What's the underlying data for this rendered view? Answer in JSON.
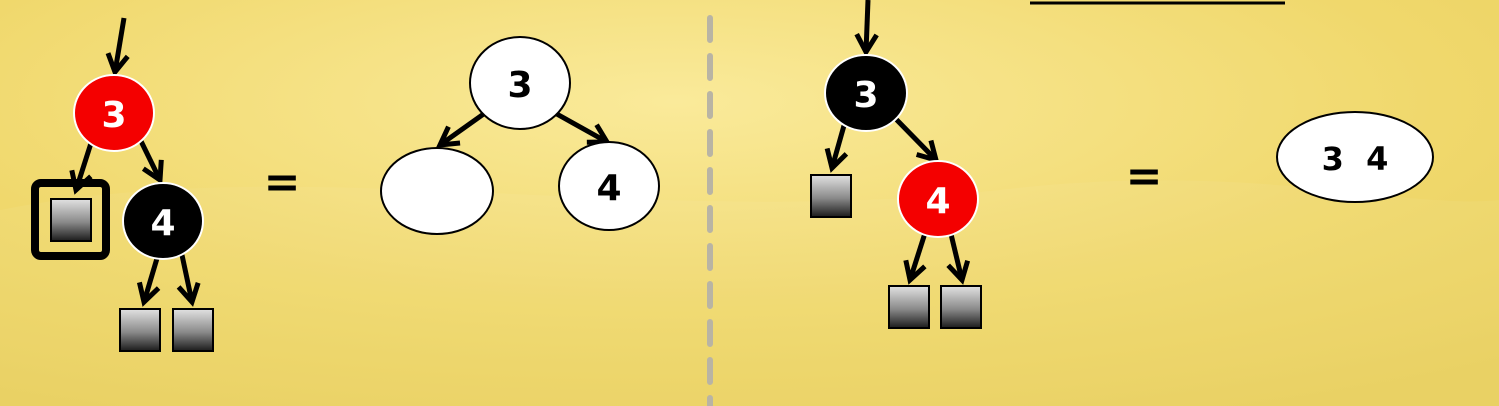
{
  "colors": {
    "background_light": "#f7e48a",
    "background_base": "#efd466",
    "red_node": "#f40000",
    "black_node": "#000000",
    "white_node": "#ffffff",
    "leaf_light": "#e0e0e0",
    "leaf_dark": "#1a1a1a",
    "divider": "#b8b2a0"
  },
  "left": {
    "rb_tree": {
      "root_label": "3",
      "child_label": "4"
    },
    "equals": "=",
    "two_three_tree": {
      "root_label": "3",
      "left_label": "",
      "right_label": "4"
    }
  },
  "right": {
    "rb_tree": {
      "root_label": "3",
      "child_label": "4"
    },
    "equals": "=",
    "merged_node": {
      "label": "3  4"
    }
  }
}
